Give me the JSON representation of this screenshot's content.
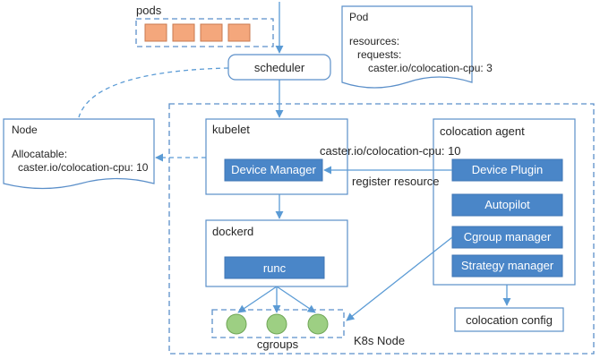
{
  "pods": {
    "label": "pods"
  },
  "scheduler": {
    "label": "scheduler"
  },
  "pod_note": {
    "title": "Pod",
    "line1": "resources:",
    "line2": "requests:",
    "line3": "caster.io/colocation-cpu: 3"
  },
  "node_note": {
    "title": "Node",
    "line1": "Allocatable:",
    "line2": "caster.io/colocation-cpu: 10"
  },
  "k8s_node": {
    "label": "K8s Node"
  },
  "kubelet": {
    "label": "kubelet",
    "device_manager": "Device Manager"
  },
  "dockerd": {
    "label": "dockerd",
    "runc": "runc"
  },
  "cgroups": {
    "label": "cgroups"
  },
  "agent": {
    "label": "colocation agent",
    "device_plugin": "Device Plugin",
    "autopilot": "Autopilot",
    "cgroup_manager": "Cgroup manager",
    "strategy_manager": "Strategy manager"
  },
  "colocation_config": {
    "label": "colocation config"
  },
  "edges": {
    "cpu_resource": "caster.io/colocation-cpu: 10",
    "register_resource": "register resource"
  }
}
